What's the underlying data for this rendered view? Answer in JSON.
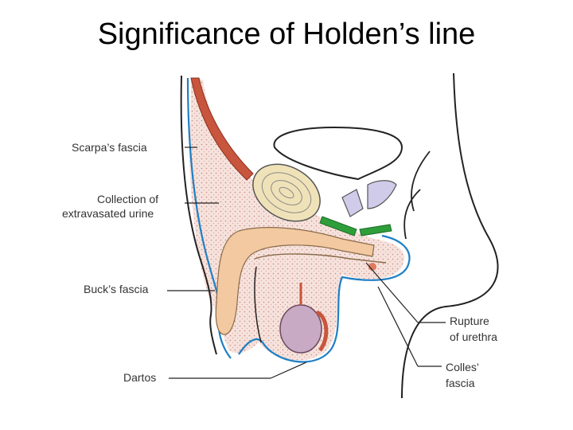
{
  "slide": {
    "title": "Significance of Holden’s line"
  },
  "labels": {
    "scarpa": "Scarpa’s fascia",
    "collection_1": "Collection of",
    "collection_2": "extravasated urine",
    "bucks": "Buck’s fascia",
    "dartos": "Dartos",
    "rupture_1": "Rupture",
    "rupture_2": "of urethra",
    "colles_1": "Colles’",
    "colles_2": "fascia"
  },
  "colors": {
    "fascia_line": "#1f7fc4",
    "urine_fill": "#f3dcd6",
    "muscle": "#c8553d",
    "erectile_tissue": "#f2c9a0",
    "membrane_green": "#2e9e3a",
    "testis": "#c9aac4",
    "outline": "#222222"
  }
}
